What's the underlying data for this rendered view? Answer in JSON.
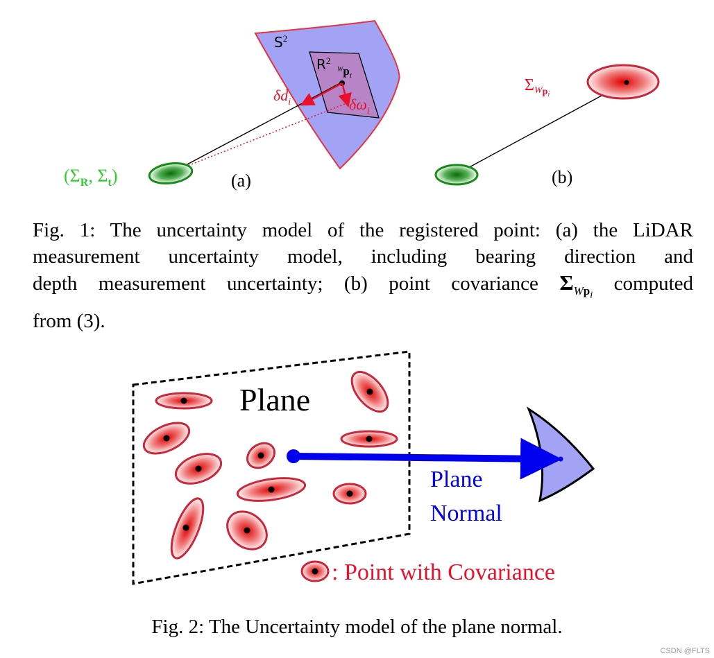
{
  "figure1": {
    "panel_a": {
      "label": "(a)",
      "sphere_label": "S",
      "sphere_sup": "2",
      "plane_label": "R",
      "plane_sup": "2",
      "point_label_pre": "W",
      "point_label_main": "p",
      "point_label_sub": "i",
      "delta_d_main": "δd",
      "delta_d_sub": "i",
      "delta_omega_main": "δω",
      "delta_omega_sub": "i",
      "pose_label": "(Σ",
      "pose_R": "R",
      "pose_mid": ", Σ",
      "pose_t": "t",
      "pose_close": ")"
    },
    "panel_b": {
      "label": "(b)",
      "cov_main": "Σ",
      "cov_sub1": "W",
      "cov_sub2": "p",
      "cov_sub3": "i"
    },
    "caption": {
      "lines": [
        "Fig. 1: The uncertainty model of the registered point: (a) the LiDAR",
        "measurement uncertainty model, including bearing direction and",
        "depth measurement uncertainty; (b) point covariance",
        "from (3)."
      ],
      "line3_tail": "computed",
      "sigma": "Σ",
      "sigma_sub1": "W",
      "sigma_sub2": "p",
      "sigma_sub3": "i"
    }
  },
  "figure2": {
    "plane_title": "Plane",
    "normal_line1": "Plane",
    "normal_line2": "Normal",
    "legend_text": ": Point with Covariance",
    "caption": "Fig. 2: The Uncertainty model of the plane normal."
  },
  "watermark": "CSDN @FLTS",
  "colors": {
    "sphere_fill": "#a3a3f5",
    "sphere_stroke": "#e8323c",
    "plane_fill": "#b784c8",
    "green": "#1a8a1a",
    "green_text": "#33cc33",
    "red": "#e8102a",
    "ellipse_stroke": "#c8283c",
    "blue": "#0000ee"
  }
}
